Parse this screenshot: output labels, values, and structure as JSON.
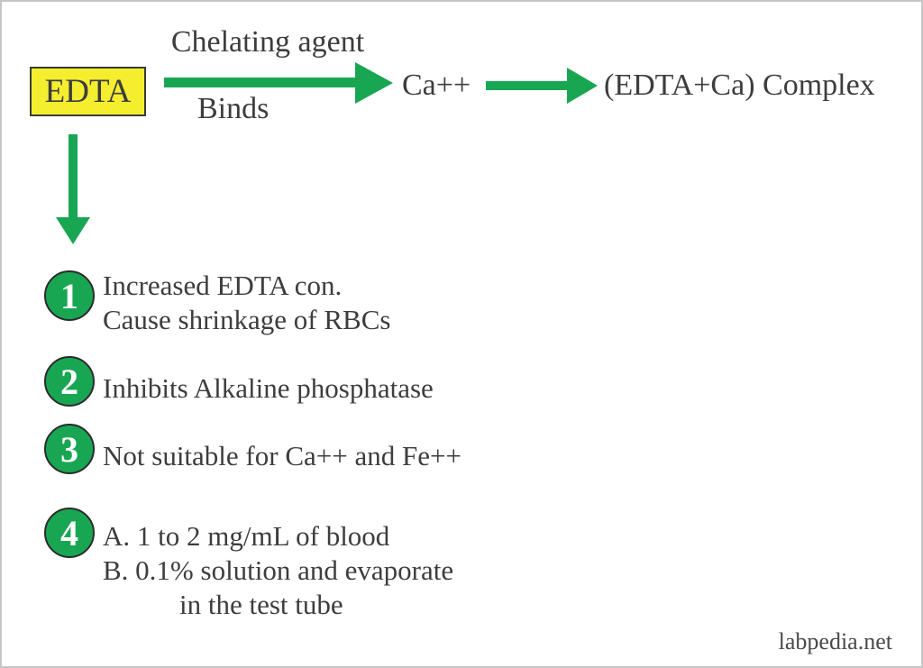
{
  "colors": {
    "arrow_green": "#18a653",
    "edta_box_yellow": "#f4ee2f",
    "text_dark": "#3d3d3d",
    "circle_number_white": "#ffffff",
    "circle_outline": "#2b2b2b"
  },
  "flow": {
    "edta_label": "EDTA",
    "arrow1_top_label": "Chelating agent",
    "arrow1_bottom_label": "Binds",
    "ca_label": "Ca++",
    "complex_label": "(EDTA+Ca) Complex"
  },
  "list": {
    "items": [
      {
        "number": "1",
        "lines": [
          "Increased EDTA con.",
          "Cause shrinkage of RBCs"
        ]
      },
      {
        "number": "2",
        "lines": [
          "Inhibits Alkaline phosphatase"
        ]
      },
      {
        "number": "3",
        "lines": [
          "Not suitable for Ca++ and Fe++"
        ]
      },
      {
        "number": "4",
        "lines": [
          "A. 1 to 2 mg/mL of blood",
          "B. 0.1% solution and evaporate",
          "in the test tube"
        ]
      }
    ]
  },
  "footer": {
    "watermark": "labpedia.net"
  }
}
